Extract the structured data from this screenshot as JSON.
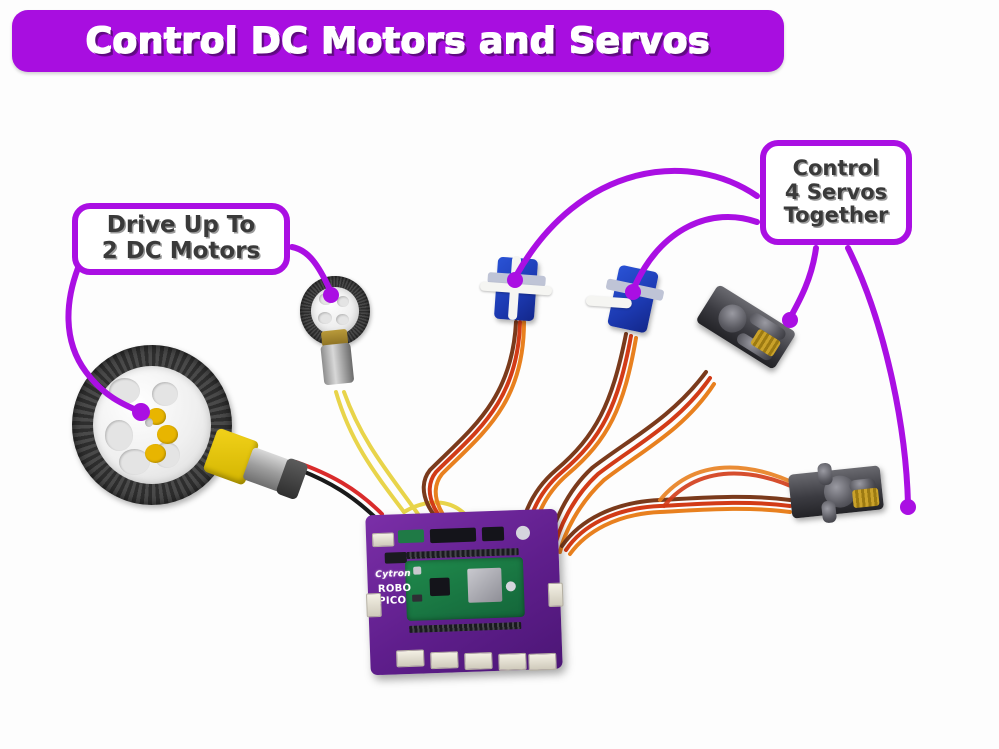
{
  "banner": {
    "title": "Control DC Motors and Servos",
    "background_color": "#a80ee0",
    "text_color": "#ffffff"
  },
  "callouts": [
    {
      "id": "drive-motors",
      "lines": [
        "Drive Up To",
        "2 DC Motors"
      ],
      "border_color": "#aa0fe3",
      "text_color": "#3a3a3a",
      "points_to": [
        "large-dc-gear-motor-wheel",
        "micro-dc-motor-wheel"
      ]
    },
    {
      "id": "control-servos",
      "lines": [
        "Control",
        "4 Servos",
        "Together"
      ],
      "border_color": "#aa0fe3",
      "text_color": "#3a3a3a",
      "points_to": [
        "blue-micro-servo-1",
        "blue-micro-servo-2",
        "black-standard-servo-1",
        "black-standard-servo-2"
      ]
    }
  ],
  "hardware": {
    "board": {
      "brand": "Cytron",
      "model_line_1": "ROBO",
      "model_line_2": "PICO",
      "pcb_color": "#5f1e8c",
      "mcu_module": "Raspberry Pi Pico",
      "mcu_color": "#1f8a4c",
      "grove_port_count": 5
    },
    "motors": [
      {
        "name": "large-dc-gear-motor-wheel",
        "type": "TT gear motor with rubber wheel",
        "body_color": "#e8b500",
        "wire_colors": [
          "#d92b2b",
          "#1a1a1a"
        ]
      },
      {
        "name": "micro-dc-motor-wheel",
        "type": "N20 micro gear motor with small wheel",
        "body_color": "#9d9d9d",
        "wire_colors": [
          "#e8d44a",
          "#e8d44a"
        ]
      }
    ],
    "servos": [
      {
        "name": "blue-micro-servo-1",
        "type": "SG90 micro servo",
        "body_color": "#1c39b0",
        "horn": "cross"
      },
      {
        "name": "blue-micro-servo-2",
        "type": "SG90 micro servo",
        "body_color": "#1c39b0",
        "horn": "single-arm"
      },
      {
        "name": "black-standard-servo-1",
        "type": "Standard metal gear servo",
        "body_color": "#3b3b41",
        "horn": "star"
      },
      {
        "name": "black-standard-servo-2",
        "type": "Standard metal gear servo",
        "body_color": "#3b3b41",
        "horn": "star"
      }
    ],
    "wire_colors": {
      "servo_signal": "#e8801f",
      "servo_power": "#d23b17",
      "servo_ground": "#7a3a1c",
      "motor_yellow": "#e8d44a",
      "motor_red": "#d92b2b",
      "motor_black": "#1a1a1a"
    }
  },
  "arrows": {
    "color": "#aa0fe3",
    "stroke_width": 6,
    "dot_radius": 8,
    "count": 6
  }
}
